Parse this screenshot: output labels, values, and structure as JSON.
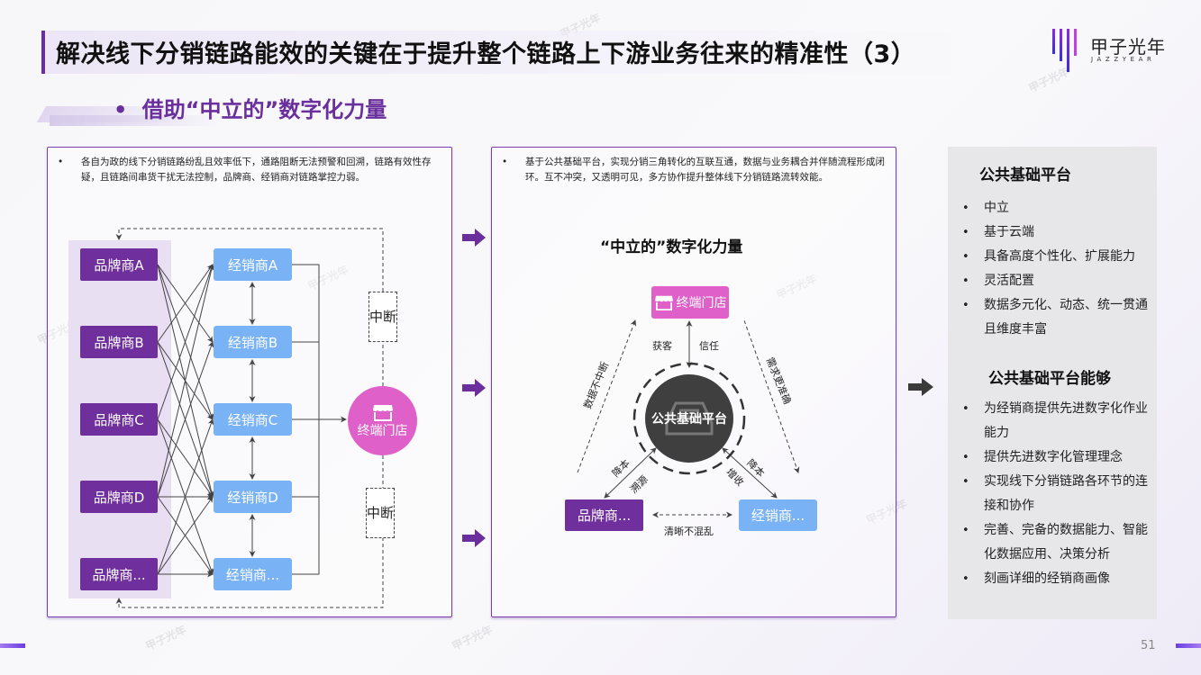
{
  "header": {
    "title": "解决线下分销链路能效的关键在于提升整个链路上下游业务往来的精准性（3）",
    "subtitle_bullet": "•",
    "subtitle": "借助“中立的”数字化力量"
  },
  "logo": {
    "name_cn": "甲子光年",
    "name_en": "JAZZYEAR"
  },
  "left_panel": {
    "bullet": "•",
    "description": "各自为政的线下分销链路纷乱且效率低下，通路阻断无法预警和回溯，链路有效性存疑，且链路间串货干扰无法控制，品牌商、经销商对链路掌控力弱。",
    "brands": [
      "品牌商A",
      "品牌商B",
      "品牌商C",
      "品牌商D",
      "品牌商..."
    ],
    "dealers": [
      "经销商A",
      "经销商B",
      "经销商C",
      "经销商D",
      "经销商..."
    ],
    "store": "终端门店",
    "interrupt_top": "中断",
    "interrupt_bottom": "中断"
  },
  "middle_panel": {
    "bullet": "•",
    "description": "基于公共基础平台，实现分销三角转化的互联互通，数据与业务耦合并伴随流程形成闭环。互不冲突，又透明可见，多方协作提升整体线下分销链路流转效能。",
    "diagram_title": "“中立的”数字化力量",
    "store": "终端门店",
    "platform": "公共基础平台",
    "brand": "品牌商...",
    "dealer": "经销商...",
    "labels": {
      "acquire": "获客",
      "trust": "信任",
      "data_uninterrupted": "数据不中断",
      "demand_accurate": "需求更准确",
      "left_cost": "降本",
      "left_trace": "溯源",
      "right_cost": "降本",
      "right_revenue": "增收",
      "clear": "清晰不混乱"
    }
  },
  "right_panel": {
    "section1_title": "公共基础平台",
    "section1_items": [
      "中立",
      "基于云端",
      "具备高度个性化、扩展能力",
      "灵活配置",
      "数据多元化、动态、统一贯通且维度丰富"
    ],
    "section2_title": "公共基础平台能够",
    "section2_items": [
      "为经销商提供先进数字化作业能力",
      "提供先进数字化管理理念",
      "实现线下分销链路各环节的连接和协作",
      "完善、完备的数据能力、智能化数据应用、决策分析",
      "刻画详细的经销商画像"
    ]
  },
  "footer": {
    "page_number": "51"
  },
  "watermark": "甲子光年",
  "colors": {
    "brand_purple": "#6f2f9d",
    "dealer_blue": "#79b2f5",
    "store_pink": "#e060c9",
    "platform_dark": "#3f3f3f",
    "accent_border": "#7a3fae"
  }
}
